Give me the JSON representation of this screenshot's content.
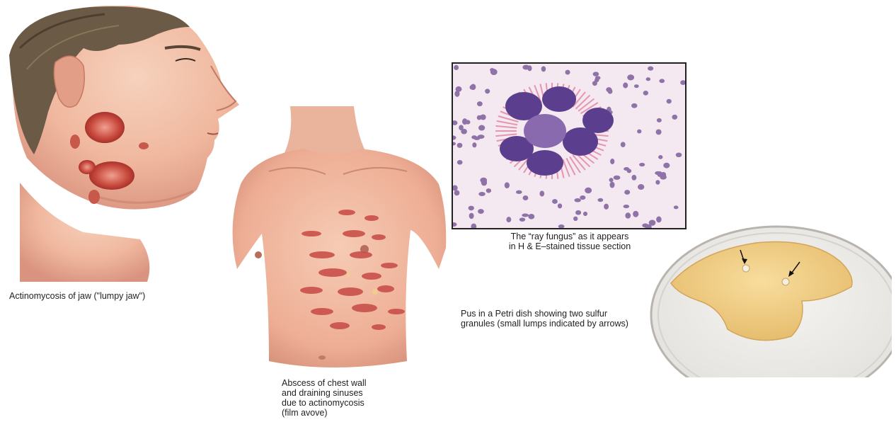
{
  "figure": {
    "jaw_caption": "Actinomycosis of jaw (\"lumpy jaw\")",
    "chest_caption_lines": [
      "Abscess of chest wall",
      "and draining sinuses",
      "due to actinomycosis",
      "(film avove)"
    ],
    "micro_caption_lines": [
      "The “ray fungus” as it appears",
      "in H & E–stained tissue section"
    ],
    "petri_caption_lines": [
      "Pus in a Petri dish showing two sulfur",
      "granules (small lumps indicated by arrows)"
    ]
  },
  "colors": {
    "skin": "#f2b9a0",
    "skin_shadow": "#d98c78",
    "hair": "#6b5a45",
    "lesion": "#c8453a",
    "stain_pink": "#e48ca8",
    "stain_purple": "#5b3f8e",
    "pus": "#f1d08a",
    "dish": "#e8e6e2"
  }
}
